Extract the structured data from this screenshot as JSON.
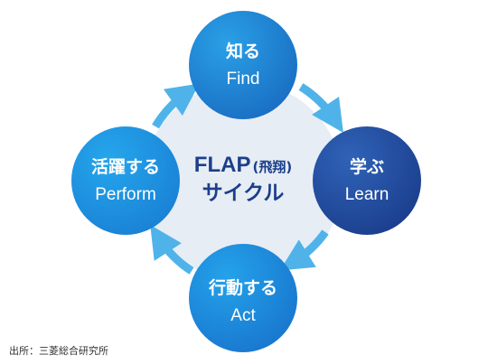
{
  "center": {
    "title_line1": "FLAP",
    "title_paren": "(飛翔)",
    "title_line2": "サイクル"
  },
  "nodes": {
    "find": {
      "jp": "知る",
      "en": "Find"
    },
    "learn": {
      "jp": "学ぶ",
      "en": "Learn"
    },
    "act": {
      "jp": "行動する",
      "en": "Act"
    },
    "perform": {
      "jp": "活躍する",
      "en": "Perform"
    }
  },
  "source": "出所：三菱総合研究所",
  "colors": {
    "center_fill": "#e7edf5",
    "arrow": "#4fb3ea",
    "node_light": "#1e90dc",
    "node_dark": "#234a9f",
    "title": "#1b3f8a"
  }
}
